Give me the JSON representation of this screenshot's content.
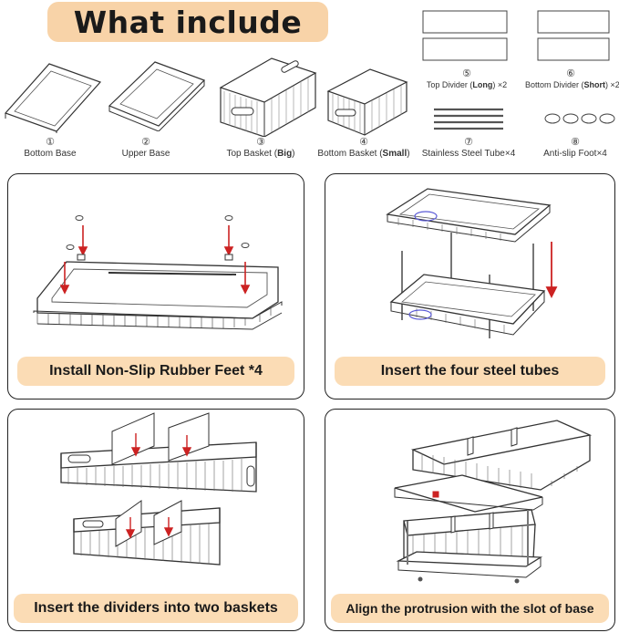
{
  "title": "What include",
  "parts": [
    {
      "num": "①",
      "label": "Bottom Base"
    },
    {
      "num": "②",
      "label": "Upper Base"
    },
    {
      "num": "③",
      "label_pre": "Top Basket (",
      "label_bold": "Big",
      "label_post": ")"
    },
    {
      "num": "④",
      "label_pre": "Bottom Basket (",
      "label_bold": "Small",
      "label_post": ")"
    },
    {
      "num": "⑤",
      "label_pre": "Top Divider (",
      "label_bold": "Long",
      "label_post": ") ×2"
    },
    {
      "num": "⑥",
      "label_pre": "Bottom Divider (",
      "label_bold": "Short",
      "label_post": ") ×2"
    },
    {
      "num": "⑦",
      "label": "Stainless Steel Tube×4"
    },
    {
      "num": "⑧",
      "label": "Anti-slip Foot×4"
    }
  ],
  "steps": [
    {
      "caption": "Install Non-Slip Rubber Feet *4"
    },
    {
      "caption": "Insert the four steel tubes"
    },
    {
      "caption": "Insert the dividers into two baskets"
    },
    {
      "caption": "Align the protrusion with the slot of base"
    }
  ],
  "colors": {
    "accent": "#f8d3a8",
    "caption_bg": "#fbdcb5",
    "arrow": "#cc2222"
  }
}
